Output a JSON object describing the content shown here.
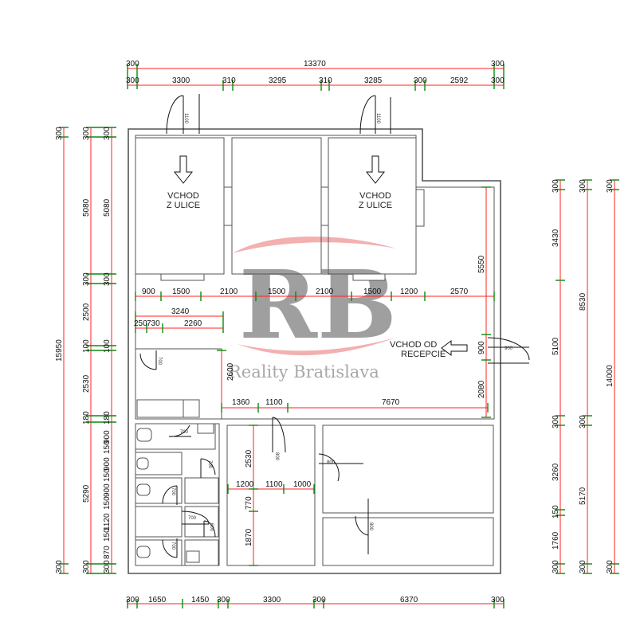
{
  "dimensions": {
    "top_total": [
      "300",
      "13370",
      "300"
    ],
    "top_segments": [
      "300",
      "3300",
      "310",
      "3295",
      "310",
      "3285",
      "300",
      "2592",
      "300"
    ],
    "bottom_segments": [
      "300",
      "1650",
      "1450",
      "300",
      "3300",
      "300",
      "6370",
      "300"
    ],
    "left_outer": [
      "300",
      "15950"
    ],
    "left_mid": [
      "300",
      "5080",
      "300",
      "2500",
      "100",
      "2530",
      "180",
      "5290",
      "300"
    ],
    "left_inner": [
      "300",
      "5080",
      "300",
      "100",
      "180",
      "900",
      "150",
      "900",
      "150",
      "900",
      "150",
      "1120",
      "150",
      "870",
      "300"
    ],
    "right_inner": [
      "300",
      "3430",
      "300",
      "3260",
      "150",
      "1760",
      "300"
    ],
    "right_mid": [
      "300",
      "8530",
      "5100",
      "300",
      "5170",
      "300"
    ],
    "right_outer": [
      "300",
      "14000",
      "300"
    ],
    "interior": {
      "row1": [
        "900",
        "1500",
        "2100",
        "1500",
        "2100",
        "1500",
        "1200",
        "2570"
      ],
      "line_3240": "3240",
      "line_2260": [
        "250",
        "730",
        "2260"
      ],
      "vertical_5550": "5550",
      "vertical_900": "900",
      "vertical_2080": "2080",
      "vertical_2600": "2600",
      "row2": [
        "1360",
        "1100",
        "7670"
      ],
      "vertical_2530": "2530",
      "row3": [
        "1200",
        "1100",
        "1000"
      ],
      "vertical_770": "770",
      "vertical_1870": "1870"
    }
  },
  "rooms": {
    "entrance_left": [
      "VCHOD",
      "Z ULICE"
    ],
    "entrance_right": [
      "VCHOD",
      "Z ULICE"
    ],
    "entrance_reception": [
      "VCHOD OD",
      "RECEPCIE"
    ]
  },
  "doors": {
    "d_top_left": "1100",
    "d_top_right": "1100",
    "d_right": "900",
    "d_700a": "700",
    "d_700b": "700",
    "d_700c": "700",
    "d_700d": "700",
    "d_700e": "700",
    "d_700f": "700",
    "d_800a": "800",
    "d_800b": "800",
    "d_800c": "800",
    "d_600": "600"
  },
  "watermark": {
    "logo": "RB",
    "name": "Reality Bratislava"
  },
  "colors": {
    "dimension_line": "#ff2222",
    "tick": "#0a8a0a",
    "wall": "#555555",
    "watermark_swoosh": "#f2a3a3"
  }
}
